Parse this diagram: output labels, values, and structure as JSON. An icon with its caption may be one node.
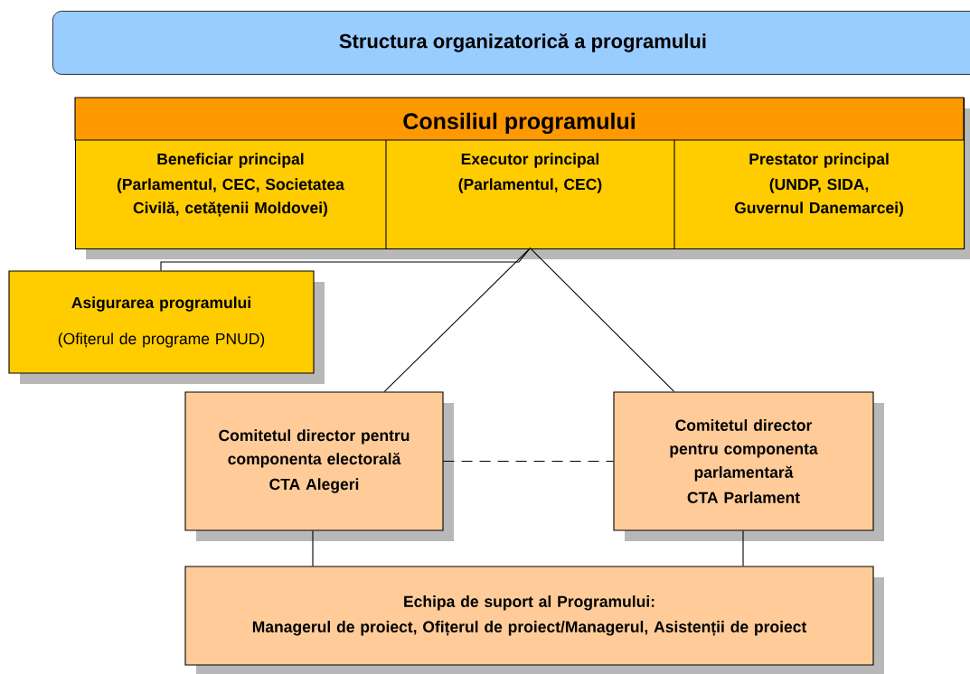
{
  "diagram": {
    "title": "Structura organizatorică a programului",
    "nodes": [
      {
        "text": [
          "Consiliul programului"
        ]
      },
      {
        "text": [
          "Beneficiar principal",
          "(Parlamentul, CEC, Societatea Civilă, cetățenii Moldovei)"
        ],
        "in": 0
      },
      {
        "text": [
          "Executor principal",
          "(Parlamentul, CEC)"
        ],
        "in": 0
      },
      {
        "text": [
          "Prestator principal",
          "(UNDP, SIDA, Guvernul Danemarcei)"
        ],
        "in": 0
      },
      {
        "text": [
          "Asigurarea programului",
          "(Ofițerul de programe PNUD)"
        ]
      },
      {
        "text": [
          "Comitetul director pentru componenta electorală",
          "CTA Alegeri"
        ]
      },
      {
        "text": [
          "Comitetul director pentru componenta parlamentară",
          "CTA Parlament"
        ]
      },
      {
        "text": [
          "Echipa de suport al Programului:",
          "Managerul de proiect, Ofițerul de proiect/Managerul, Asistenții de proiect"
        ]
      }
    ],
    "edges": [
      {
        "from": 2,
        "to": 4,
        "arrow": "none"
      },
      {
        "from": 2,
        "to": 5,
        "arrow": "none"
      },
      {
        "from": 2,
        "to": 6,
        "arrow": "none"
      },
      {
        "from": 5,
        "to": 6,
        "arrow": "none",
        "style": "dashed"
      },
      {
        "from": 5,
        "to": 7,
        "arrow": "none"
      },
      {
        "from": 6,
        "to": 7,
        "arrow": "none"
      }
    ]
  }
}
